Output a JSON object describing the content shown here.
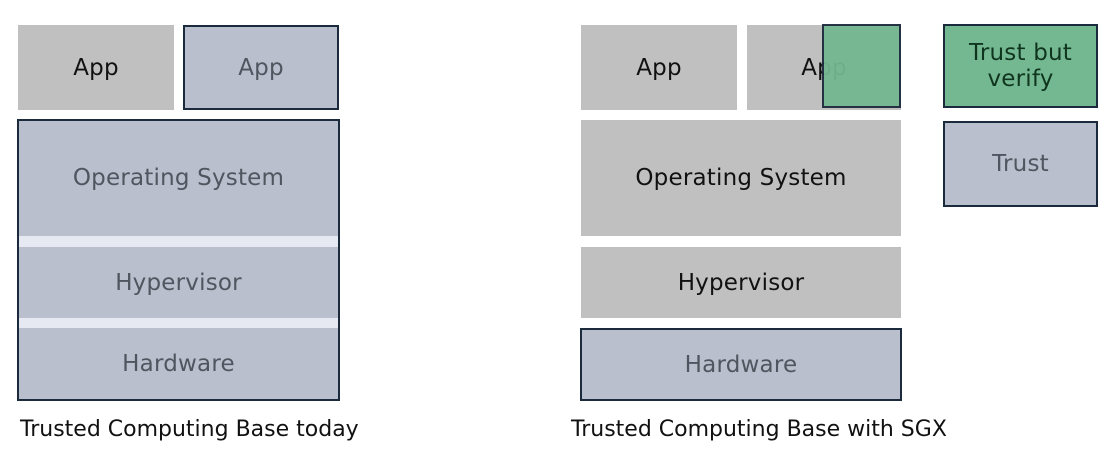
{
  "left": {
    "app1": "App",
    "app2": "App",
    "os": "Operating System",
    "hypervisor": "Hypervisor",
    "hardware": "Hardware",
    "caption": "Trusted Computing Base today"
  },
  "right": {
    "app1": "App",
    "app2": "App",
    "os": "Operating System",
    "hypervisor": "Hypervisor",
    "hardware": "Hardware",
    "caption": "Trusted Computing Base with SGX"
  },
  "legend": {
    "trust_but_verify": "Trust but verify",
    "trust": "Trust"
  },
  "colors": {
    "untrusted": "#c0c0c0",
    "trusted": "#b9bfcc",
    "enclave": "#74b891",
    "border": "#1c2a3d"
  }
}
